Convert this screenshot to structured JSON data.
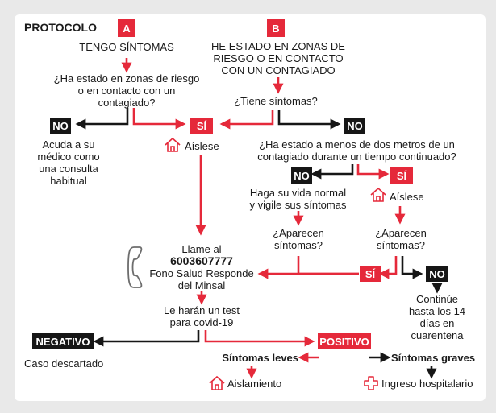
{
  "title": "PROTOCOLO",
  "colors": {
    "accent": "#e5293a",
    "dark": "#161616",
    "text": "#1a1a1a"
  },
  "branch_a": {
    "letter": "A",
    "text": "TENGO SÍNTOMAS"
  },
  "branch_b": {
    "letter": "B",
    "line1": "HE ESTADO EN ZONAS DE",
    "line2": "RIESGO O EN CONTACTO",
    "line3": "CON UN CONTAGIADO"
  },
  "q_zonas": {
    "line1": "¿Ha estado en zonas de riesgo",
    "line2": "o en contacto con un",
    "line3": "contagiado?"
  },
  "q_sintomas": "¿Tiene síntomas?",
  "no_label": "NO",
  "si_label": "SÍ",
  "medico": {
    "line1": "Acuda a su",
    "line2": "médico como",
    "line3": "una consulta",
    "line4": "habitual"
  },
  "aislese": "Aíslese",
  "q_distancia": {
    "line1": "¿Ha estado a menos de dos metros de un",
    "line2": "contagiado durante un tiempo continuado?"
  },
  "vida_normal": {
    "line1": "Haga su vida normal",
    "line2": "y vigile sus síntomas"
  },
  "q_aparecen": {
    "line1": "¿Aparecen",
    "line2": "síntomas?"
  },
  "llame": {
    "line1": "Llame al",
    "phone": "6003607777",
    "line3": "Fono Salud Responde",
    "line4": "del Minsal"
  },
  "continue": {
    "line1": "Continúe",
    "line2": "hasta los 14",
    "line3": "días en",
    "line4": "cuarentena"
  },
  "test": {
    "line1": "Le harán un test",
    "line2": "para covid-19"
  },
  "negativo": "NEGATIVO",
  "positivo": "POSITIVO",
  "descartado": "Caso descartado",
  "leves": "Síntomas leves",
  "graves": "Síntomas graves",
  "aislamiento": "Aislamiento",
  "ingreso": "Ingreso hospitalario",
  "icons": {
    "home": "home-icon",
    "phone": "phone-icon",
    "cross": "medical-cross-icon"
  }
}
